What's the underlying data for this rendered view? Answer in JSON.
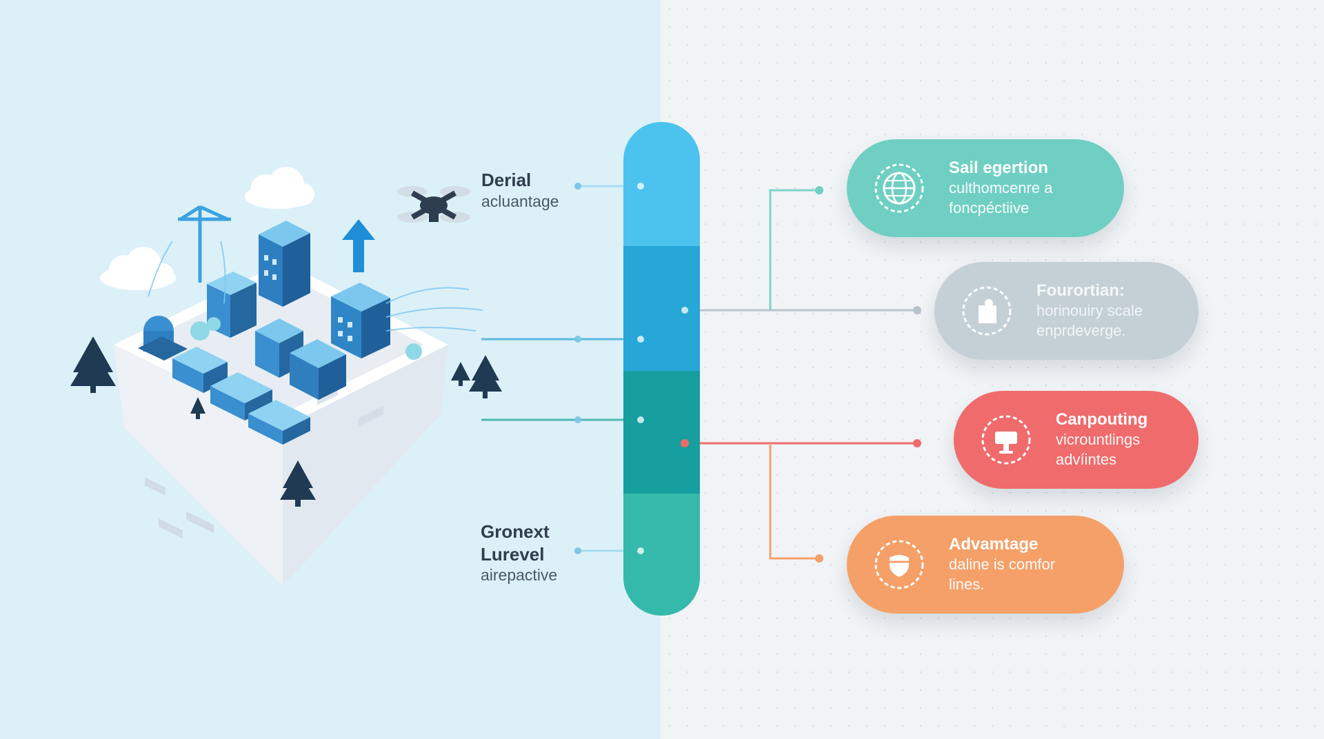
{
  "left_labels": {
    "top": {
      "title": "Derial",
      "subtitle": "acluantage"
    },
    "bottom": {
      "title_line1": "Gronext",
      "title_line2": "Lurevel",
      "subtitle": "airepactive"
    }
  },
  "cards": [
    {
      "title": "Sail egertion",
      "line1": "culthomcenre a",
      "line2": "foncpéctiive",
      "color": "#6fcfc3",
      "icon": "globe-icon"
    },
    {
      "title": "Fourortian:",
      "line1": "horinouiry scale",
      "line2": "enprdeverge.",
      "color": "#c5d0d6",
      "icon": "puzzle-icon"
    },
    {
      "title": "Canpouting",
      "line1": "vicrountlings",
      "line2": "advíintes",
      "color": "#f06b6b",
      "icon": "computer-icon"
    },
    {
      "title": "Advamtage",
      "line1": "daline is comfor",
      "line2": "lines.",
      "color": "#f5a068",
      "icon": "shield-icon"
    }
  ],
  "colors": {
    "bar_segments": [
      "#4cc3ee",
      "#27a6d8",
      "#179e9f",
      "#35b9ab"
    ],
    "connector_blue": "#5bb8e0",
    "connector_gray": "#b8c4cc",
    "connector_red": "#ef6b6b",
    "connector_orange": "#f5a068"
  }
}
